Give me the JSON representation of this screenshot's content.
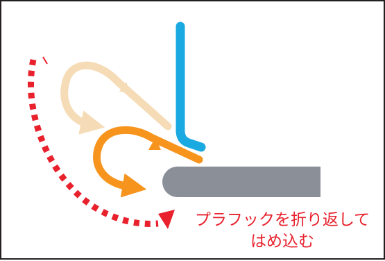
{
  "colors": {
    "frame": "#231f20",
    "background": "#ffffff",
    "blue_strap": "#1aa9e1",
    "faded_tab": "#f5dcb6",
    "orange_tab": "#f7941d",
    "base_plate": "#8a8f98",
    "motion_arrow": "#e8212d",
    "caption_text": "#e8212d"
  },
  "icons": [
    "dotted-curved-arrow",
    "hook-arrow"
  ],
  "caption": {
    "line_1": "プラフックを折り返して",
    "line_2": "はめ込む"
  }
}
